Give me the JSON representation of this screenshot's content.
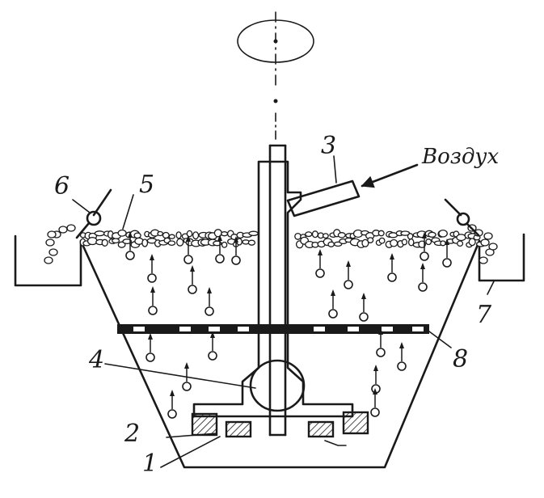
{
  "labels": {
    "n1": "1",
    "n2": "2",
    "n3": "3",
    "n4": "4",
    "n5": "5",
    "n6": "6",
    "n7": "7",
    "n8": "8",
    "air": "Воздух"
  }
}
